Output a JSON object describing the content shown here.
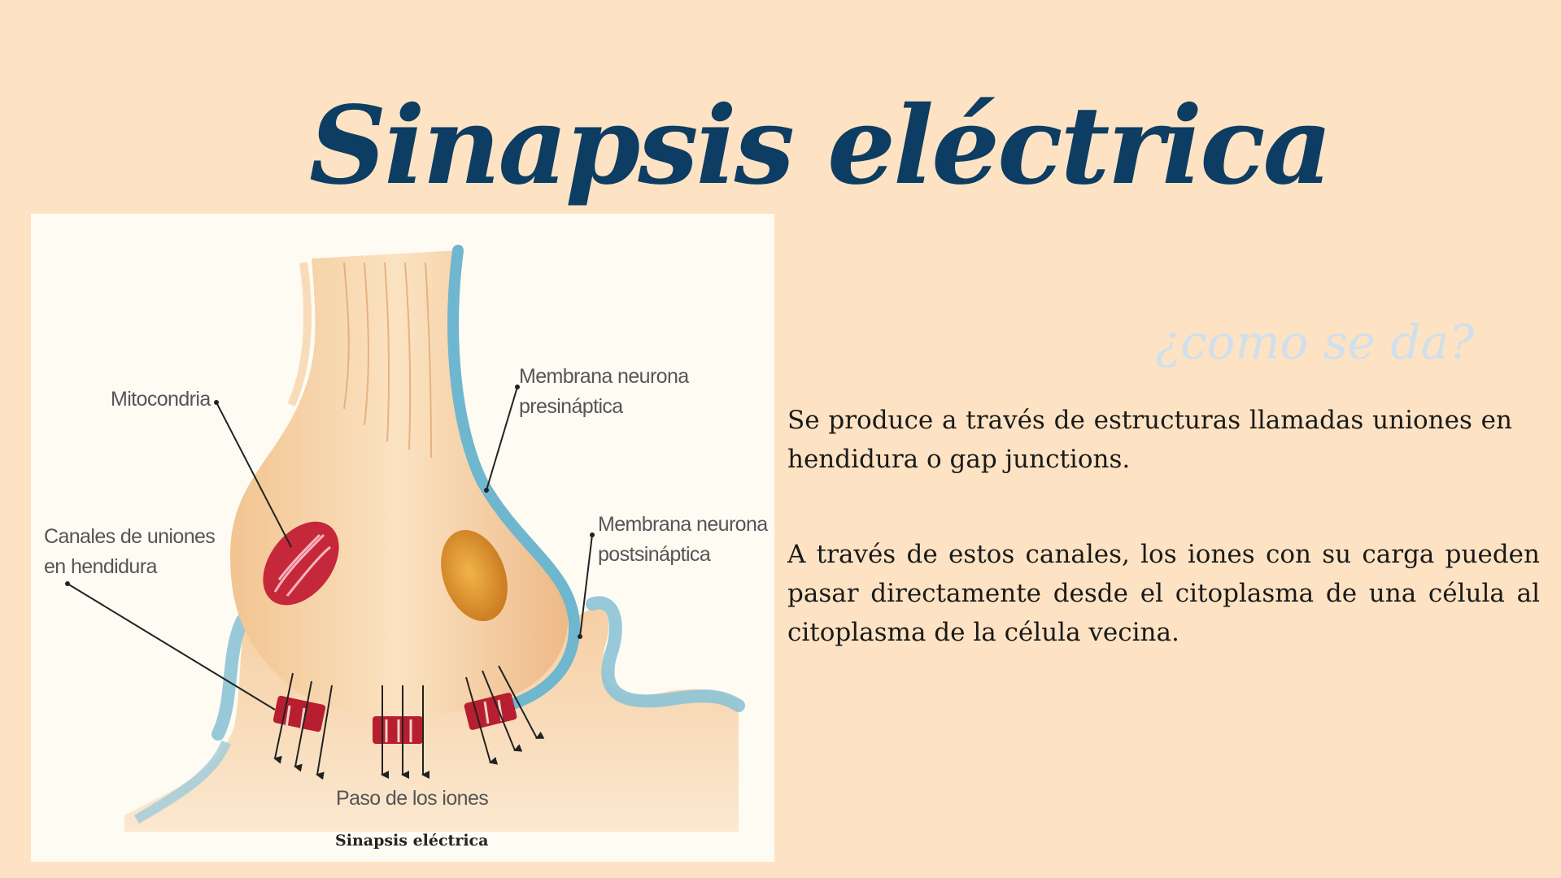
{
  "slide": {
    "title": "Sinapsis eléctrica",
    "subtitle": "¿como se da?",
    "paragraphs": [
      "Se produce a través de estructuras llamadas uniones en hendidura o gap junctions.",
      "A través de estos canales, los iones con su carga pueden pasar directamente desde el citoplasma de una célula al citoplasma de la célula vecina."
    ]
  },
  "figure": {
    "labels": {
      "mitocondria": "Mitocondria",
      "membrana_pre_1": "Membrana neurona",
      "membrana_pre_2": "presináptica",
      "membrana_post_1": "Membrana neurona",
      "membrana_post_2": "postsináptica",
      "canales_1": "Canales de uniones",
      "canales_2": "en hendidura",
      "paso_iones": "Paso de los iones",
      "caption": "Sinapsis eléctrica"
    }
  },
  "colors": {
    "background": "#fde3c3",
    "title": "#0d3d62",
    "subtitle": "#cfe0ec",
    "body_text": "#1a1a1a"
  }
}
